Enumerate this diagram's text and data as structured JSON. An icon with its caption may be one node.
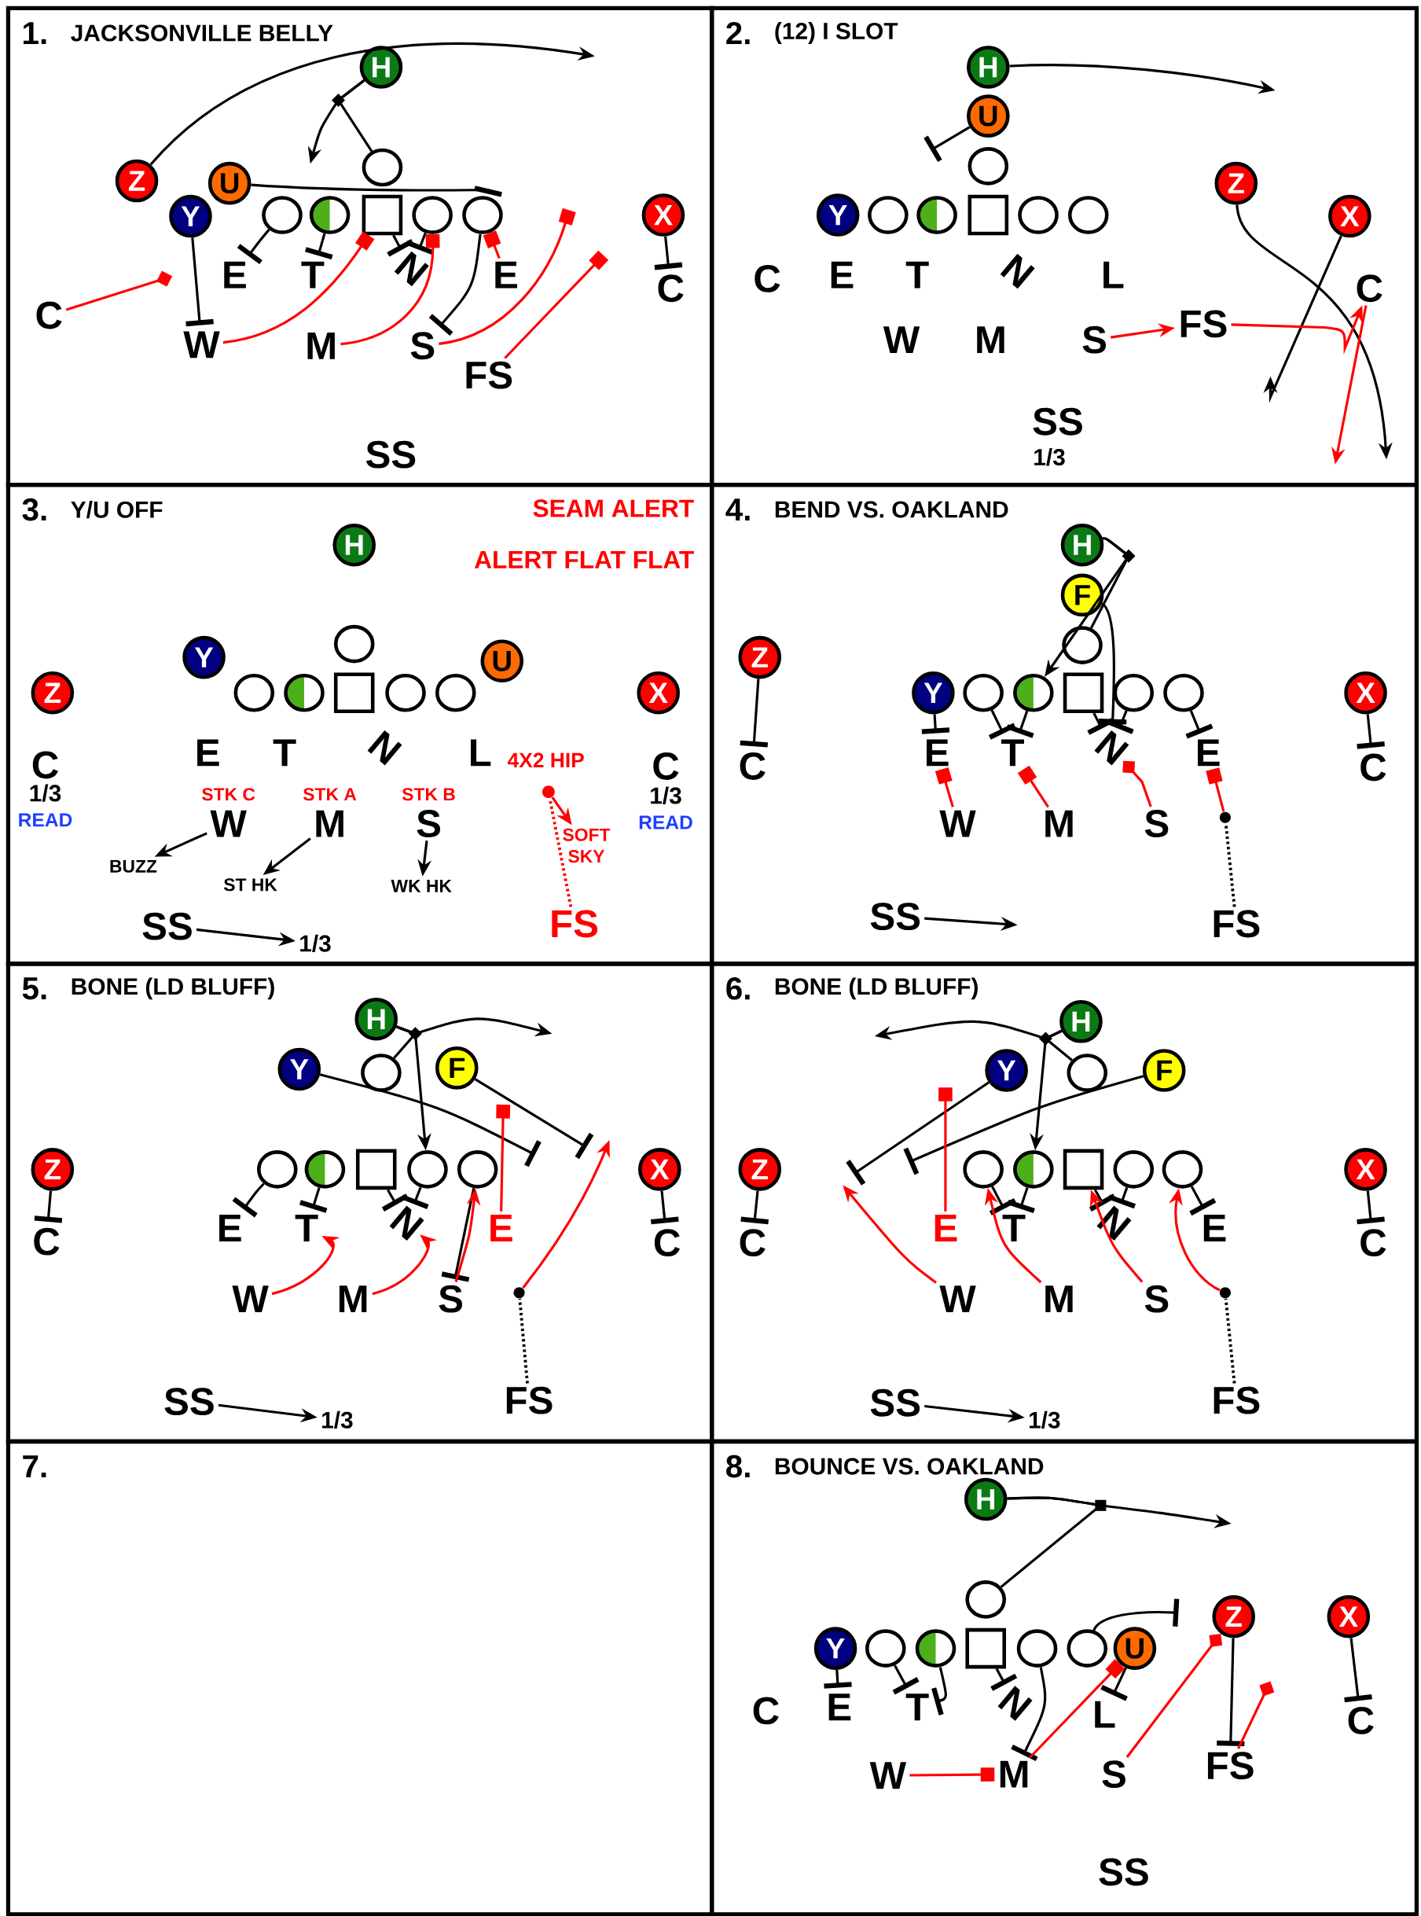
{
  "diagram": {
    "nodes": [
      {
        "text": [
          "1.",
          "JACKSONVILLE BELLY"
        ]
      },
      {
        "text": [
          "H"
        ],
        "in": 0
      },
      {
        "text": [
          "Z"
        ],
        "in": 0
      },
      {
        "text": [
          "U"
        ],
        "in": 0
      },
      {
        "text": [],
        "shape": "circle",
        "in": 0
      },
      {
        "text": [
          "Y"
        ],
        "in": 0
      },
      {
        "text": [],
        "shape": "circle",
        "in": 0
      },
      {
        "text": [],
        "shape": "circle",
        "in": 0
      },
      {
        "text": [],
        "shape": "box",
        "in": 0
      },
      {
        "text": [],
        "shape": "circle",
        "in": 0
      },
      {
        "text": [],
        "shape": "circle",
        "in": 0
      },
      {
        "text": [
          "X"
        ],
        "in": 0
      },
      {
        "text": [
          "E"
        ],
        "in": 0
      },
      {
        "text": [
          "T"
        ],
        "in": 0
      },
      {
        "text": [
          "N"
        ],
        "in": 0
      },
      {
        "text": [
          "E"
        ],
        "in": 0
      },
      {
        "text": [
          "C"
        ],
        "in": 0
      },
      {
        "text": [
          "C"
        ],
        "in": 0
      },
      {
        "text": [
          "W"
        ],
        "in": 0
      },
      {
        "text": [
          "M"
        ],
        "in": 0
      },
      {
        "text": [
          "S"
        ],
        "in": 0
      },
      {
        "text": [
          "FS"
        ],
        "in": 0
      },
      {
        "text": [
          "2.",
          "(12) I SLOT"
        ]
      },
      {
        "text": [
          "H"
        ],
        "in": 22
      },
      {
        "text": [
          "U"
        ],
        "in": 22
      },
      {
        "text": [],
        "shape": "circle",
        "in": 22
      },
      {
        "text": [
          "Z"
        ],
        "in": 22
      },
      {
        "text": [
          "Y"
        ],
        "in": 22
      },
      {
        "text": [],
        "shape": "circle",
        "in": 22
      },
      {
        "text": [],
        "shape": "circle",
        "in": 22
      },
      {
        "text": [],
        "shape": "box",
        "in": 22
      },
      {
        "text": [],
        "shape": "circle",
        "in": 22
      },
      {
        "text": [],
        "shape": "circle",
        "in": 22
      },
      {
        "text": [
          "X"
        ],
        "in": 22
      },
      {
        "text": [
          "C"
        ],
        "in": 22
      },
      {
        "text": [
          "FS"
        ],
        "in": 22
      },
      {
        "text": [
          "S"
        ],
        "in": 22
      },
      {
        "text": [
          "3.",
          "Y/U OFF"
        ]
      },
      {
        "text": [
          "H"
        ],
        "in": 37
      },
      {
        "text": [],
        "shape": "circle",
        "in": 37
      },
      {
        "text": [
          "Y"
        ],
        "in": 37
      },
      {
        "text": [
          "U"
        ],
        "in": 37
      },
      {
        "text": [
          "Z"
        ],
        "in": 37
      },
      {
        "text": [],
        "shape": "circle",
        "in": 37
      },
      {
        "text": [],
        "shape": "circle",
        "in": 37
      },
      {
        "text": [],
        "shape": "box",
        "in": 37
      },
      {
        "text": [],
        "shape": "circle",
        "in": 37
      },
      {
        "text": [],
        "shape": "circle",
        "in": 37
      },
      {
        "text": [
          "X"
        ],
        "in": 37
      },
      {
        "text": [],
        "shape": "circle",
        "in": 37
      },
      {
        "text": [
          "W"
        ],
        "in": 37,
        "beside": [
          "STK C"
        ]
      },
      {
        "text": [
          "M"
        ],
        "in": 37,
        "beside": [
          "STK A"
        ]
      },
      {
        "text": [
          "S"
        ],
        "in": 37,
        "beside": [
          "STK B"
        ]
      },
      {
        "text": [
          "SOFT SKY"
        ],
        "in": 37
      },
      {
        "text": [
          "BUZZ"
        ],
        "in": 37
      },
      {
        "text": [
          "ST HK"
        ],
        "in": 37
      },
      {
        "text": [
          "WK HK"
        ],
        "in": 37
      },
      {
        "text": [
          "FS"
        ],
        "in": 37
      },
      {
        "text": [
          "SS"
        ],
        "in": 37
      },
      {
        "text": [
          "1/3"
        ],
        "in": 37
      },
      {
        "text": [
          "4.",
          "BEND VS. OAKLAND"
        ]
      },
      {
        "text": [
          "H"
        ],
        "in": 60
      },
      {
        "text": [
          "F"
        ],
        "in": 60
      },
      {
        "text": [],
        "shape": "circle",
        "in": 60
      },
      {
        "text": [
          "Z"
        ],
        "in": 60
      },
      {
        "text": [
          "Y"
        ],
        "in": 60
      },
      {
        "text": [],
        "shape": "circle",
        "in": 60
      },
      {
        "text": [],
        "shape": "circle",
        "in": 60
      },
      {
        "text": [],
        "shape": "box",
        "in": 60
      },
      {
        "text": [],
        "shape": "circle",
        "in": 60
      },
      {
        "text": [],
        "shape": "circle",
        "in": 60
      },
      {
        "text": [
          "X"
        ],
        "in": 60
      },
      {
        "text": [
          "N"
        ],
        "in": 60
      },
      {
        "text": [
          "E"
        ],
        "in": 60
      },
      {
        "text": [
          "T"
        ],
        "in": 60
      },
      {
        "text": [
          "E"
        ],
        "in": 60
      },
      {
        "text": [
          "C"
        ],
        "in": 60
      },
      {
        "text": [
          "C"
        ],
        "in": 60
      },
      {
        "text": [],
        "shape": "circle",
        "in": 60
      },
      {
        "text": [
          "W"
        ],
        "in": 60
      },
      {
        "text": [
          "M"
        ],
        "in": 60
      },
      {
        "text": [
          "S"
        ],
        "in": 60
      },
      {
        "text": [
          "FS"
        ],
        "in": 60
      },
      {
        "text": [
          "SS"
        ],
        "in": 60
      },
      {
        "text": [
          "5.",
          "BONE (LD BLUFF)"
        ]
      },
      {
        "text": [
          "H"
        ],
        "in": 84
      },
      {
        "text": [
          "F"
        ],
        "in": 84
      },
      {
        "text": [
          "Y"
        ],
        "in": 84
      },
      {
        "text": [],
        "shape": "circle",
        "in": 84
      },
      {
        "text": [
          "Z"
        ],
        "in": 84
      },
      {
        "text": [],
        "shape": "circle",
        "in": 84
      },
      {
        "text": [],
        "shape": "circle",
        "in": 84
      },
      {
        "text": [],
        "shape": "box",
        "in": 84
      },
      {
        "text": [],
        "shape": "circle",
        "in": 84
      },
      {
        "text": [],
        "shape": "circle",
        "in": 84
      },
      {
        "text": [
          "X"
        ],
        "in": 84
      },
      {
        "text": [
          "N"
        ],
        "in": 84
      },
      {
        "text": [
          "E"
        ],
        "in": 84
      },
      {
        "text": [
          "T"
        ],
        "in": 84
      },
      {
        "text": [
          "E"
        ],
        "in": 84
      },
      {
        "text": [
          "C"
        ],
        "in": 84
      },
      {
        "text": [
          "C"
        ],
        "in": 84
      },
      {
        "text": [],
        "shape": "circle",
        "in": 84
      },
      {
        "text": [
          "W"
        ],
        "in": 84
      },
      {
        "text": [
          "M"
        ],
        "in": 84
      },
      {
        "text": [
          "S"
        ],
        "in": 84
      },
      {
        "text": [
          "FS"
        ],
        "in": 84
      },
      {
        "text": [
          "SS"
        ],
        "in": 84
      },
      {
        "text": [
          "1/3"
        ],
        "in": 84
      },
      {
        "text": [
          "6.",
          "BONE (LD BLUFF)"
        ]
      },
      {
        "text": [
          "H"
        ],
        "in": 109
      },
      {
        "text": [
          "Y"
        ],
        "in": 109
      },
      {
        "text": [
          "F"
        ],
        "in": 109
      },
      {
        "text": [],
        "shape": "circle",
        "in": 109
      },
      {
        "text": [
          "Z"
        ],
        "in": 109
      },
      {
        "text": [],
        "shape": "circle",
        "in": 109
      },
      {
        "text": [],
        "shape": "circle",
        "in": 109
      },
      {
        "text": [],
        "shape": "box",
        "in": 109
      },
      {
        "text": [],
        "shape": "circle",
        "in": 109
      },
      {
        "text": [],
        "shape": "circle",
        "in": 109
      },
      {
        "text": [
          "X"
        ],
        "in": 109
      },
      {
        "text": [
          "N"
        ],
        "in": 109
      },
      {
        "text": [
          "E"
        ],
        "in": 109
      },
      {
        "text": [
          "T"
        ],
        "in": 109
      },
      {
        "text": [
          "E"
        ],
        "in": 109
      },
      {
        "text": [
          "C"
        ],
        "in": 109
      },
      {
        "text": [
          "C"
        ],
        "in": 109
      },
      {
        "text": [],
        "shape": "circle",
        "in": 109
      },
      {
        "text": [
          "W"
        ],
        "in": 109
      },
      {
        "text": [
          "M"
        ],
        "in": 109
      },
      {
        "text": [
          "S"
        ],
        "in": 109
      },
      {
        "text": [
          "FS"
        ],
        "in": 109
      },
      {
        "text": [
          "SS"
        ],
        "in": 109
      },
      {
        "text": [
          "1/3"
        ],
        "in": 109
      },
      {
        "text": [
          "7."
        ]
      },
      {
        "text": [
          "8.",
          "BOUNCE VS. OAKLAND"
        ]
      },
      {
        "text": [
          "H"
        ],
        "in": 135
      },
      {
        "text": [],
        "shape": "circle",
        "in": 135
      },
      {
        "text": [
          "Z"
        ],
        "in": 135
      },
      {
        "text": [
          "X"
        ],
        "in": 135
      },
      {
        "text": [
          "Y"
        ],
        "in": 135
      },
      {
        "text": [],
        "shape": "circle",
        "in": 135
      },
      {
        "text": [],
        "shape": "circle",
        "in": 135
      },
      {
        "text": [],
        "shape": "box",
        "in": 135
      },
      {
        "text": [],
        "shape": "circle",
        "in": 135
      },
      {
        "text": [],
        "shape": "circle",
        "in": 135
      },
      {
        "text": [
          "U"
        ],
        "in": 135
      },
      {
        "text": [
          "N"
        ],
        "in": 135
      },
      {
        "text": [
          "E"
        ],
        "in": 135
      },
      {
        "text": [
          "T"
        ],
        "in": 135
      },
      {
        "text": [
          "L"
        ],
        "in": 135
      },
      {
        "text": [
          "C"
        ],
        "in": 135
      },
      {
        "text": [
          "FS"
        ],
        "in": 135
      },
      {
        "text": [
          "M"
        ],
        "in": 135
      },
      {
        "text": [
          "S"
        ],
        "in": 135
      },
      {
        "text": [
          "W"
        ],
        "in": 135
      }
    ],
    "edges": [
      {
        "from": 2,
        "to": null,
        "arrow": "to"
      },
      {
        "from": 1,
        "to": 4,
        "arrow": "none"
      },
      {
        "from": 1,
        "to": null,
        "arrow": "to"
      },
      {
        "from": 3,
        "to": 10,
        "arrow": "other"
      },
      {
        "from": 5,
        "to": 18,
        "arrow": "other"
      },
      {
        "from": 6,
        "to": 12,
        "arrow": "other"
      },
      {
        "from": 7,
        "to": 13,
        "arrow": "other"
      },
      {
        "from": 8,
        "to": 14,
        "arrow": "other"
      },
      {
        "from": 9,
        "to": 14,
        "arrow": "other"
      },
      {
        "from": 10,
        "to": 20,
        "arrow": "other"
      },
      {
        "from": 17,
        "to": null,
        "arrow": "other",
        "color": "#ff0000"
      },
      {
        "from": 18,
        "to": 8,
        "arrow": "other",
        "color": "#ff0000"
      },
      {
        "from": 19,
        "to": 9,
        "arrow": "other",
        "color": "#ff0000"
      },
      {
        "from": 20,
        "to": null,
        "arrow": "other",
        "color": "#ff0000"
      },
      {
        "from": 21,
        "to": null,
        "arrow": "other",
        "color": "#ff0000"
      },
      {
        "from": 15,
        "to": 10,
        "arrow": "other",
        "color": "#ff0000"
      },
      {
        "from": 11,
        "to": 16,
        "arrow": "other"
      },
      {
        "from": 23,
        "to": null,
        "arrow": "to"
      },
      {
        "from": 24,
        "to": null,
        "arrow": "other"
      },
      {
        "from": 26,
        "to": null,
        "arrow": "to"
      },
      {
        "from": 33,
        "to": null,
        "arrow": "to"
      },
      {
        "from": 36,
        "to": 35,
        "arrow": "to",
        "color": "#ff0000"
      },
      {
        "from": 35,
        "to": 34,
        "arrow": "to",
        "color": "#ff0000"
      },
      {
        "from": 34,
        "to": null,
        "arrow": "to",
        "color": "#ff0000"
      },
      {
        "from": 50,
        "to": 54,
        "arrow": "to"
      },
      {
        "from": 51,
        "to": 55,
        "arrow": "to"
      },
      {
        "from": 52,
        "to": 56,
        "arrow": "to"
      },
      {
        "from": 57,
        "to": 49,
        "arrow": "none",
        "style": "dashed",
        "color": "#ff0000"
      },
      {
        "from": 49,
        "to": 53,
        "arrow": "to",
        "color": "#ff0000"
      },
      {
        "from": 58,
        "to": 59,
        "arrow": "to"
      },
      {
        "from": 61,
        "to": 67,
        "arrow": "to"
      },
      {
        "from": 61,
        "to": 63,
        "arrow": "none"
      },
      {
        "from": 62,
        "to": 72,
        "arrow": "other"
      },
      {
        "from": 64,
        "to": 76,
        "arrow": "other"
      },
      {
        "from": 71,
        "to": 77,
        "arrow": "other"
      },
      {
        "from": 65,
        "to": 73,
        "arrow": "other"
      },
      {
        "from": 66,
        "to": 74,
        "arrow": "other"
      },
      {
        "from": 67,
        "to": 74,
        "arrow": "other"
      },
      {
        "from": 68,
        "to": 72,
        "arrow": "other"
      },
      {
        "from": 69,
        "to": 72,
        "arrow": "other"
      },
      {
        "from": 70,
        "to": 75,
        "arrow": "other"
      },
      {
        "from": 79,
        "to": 73,
        "arrow": "other",
        "color": "#ff0000"
      },
      {
        "from": 80,
        "to": 74,
        "arrow": "other",
        "color": "#ff0000"
      },
      {
        "from": 81,
        "to": 72,
        "arrow": "other",
        "color": "#ff0000"
      },
      {
        "from": 82,
        "to": 78,
        "arrow": "none",
        "style": "dashed"
      },
      {
        "from": 78,
        "to": 75,
        "arrow": "other",
        "color": "#ff0000"
      },
      {
        "from": 83,
        "to": null,
        "arrow": "to"
      },
      {
        "from": 85,
        "to": null,
        "arrow": "to"
      },
      {
        "from": 85,
        "to": 93,
        "arrow": "to"
      },
      {
        "from": 85,
        "to": 88,
        "arrow": "none"
      },
      {
        "from": 87,
        "to": null,
        "arrow": "other"
      },
      {
        "from": 86,
        "to": null,
        "arrow": "other"
      },
      {
        "from": 89,
        "to": 100,
        "arrow": "other"
      },
      {
        "from": 95,
        "to": 101,
        "arrow": "other"
      },
      {
        "from": 90,
        "to": 97,
        "arrow": "other"
      },
      {
        "from": 91,
        "to": 98,
        "arrow": "other"
      },
      {
        "from": 92,
        "to": 96,
        "arrow": "other"
      },
      {
        "from": 93,
        "to": 96,
        "arrow": "other"
      },
      {
        "from": 94,
        "to": 105,
        "arrow": "other"
      },
      {
        "from": 103,
        "to": 98,
        "arrow": "to",
        "color": "#ff0000"
      },
      {
        "from": 104,
        "to": 96,
        "arrow": "to",
        "color": "#ff0000"
      },
      {
        "from": 105,
        "to": 94,
        "arrow": "to",
        "color": "#ff0000"
      },
      {
        "from": 99,
        "to": null,
        "arrow": "other",
        "color": "#ff0000"
      },
      {
        "from": 102,
        "to": null,
        "arrow": "to",
        "color": "#ff0000"
      },
      {
        "from": 106,
        "to": 102,
        "arrow": "none",
        "style": "dashed"
      },
      {
        "from": 107,
        "to": 108,
        "arrow": "to"
      },
      {
        "from": 110,
        "to": null,
        "arrow": "to"
      },
      {
        "from": 110,
        "to": 116,
        "arrow": "to"
      },
      {
        "from": 110,
        "to": 113,
        "arrow": "none"
      },
      {
        "from": 111,
        "to": null,
        "arrow": "other"
      },
      {
        "from": 112,
        "to": null,
        "arrow": "other"
      },
      {
        "from": 114,
        "to": 125,
        "arrow": "other"
      },
      {
        "from": 120,
        "to": 126,
        "arrow": "other"
      },
      {
        "from": 115,
        "to": 123,
        "arrow": "other"
      },
      {
        "from": 116,
        "to": 123,
        "arrow": "other"
      },
      {
        "from": 117,
        "to": 121,
        "arrow": "other"
      },
      {
        "from": 118,
        "to": 121,
        "arrow": "other"
      },
      {
        "from": 119,
        "to": 124,
        "arrow": "other"
      },
      {
        "from": 122,
        "to": null,
        "arrow": "other",
        "color": "#ff0000"
      },
      {
        "from": 128,
        "to": null,
        "arrow": "to",
        "color": "#ff0000"
      },
      {
        "from": 129,
        "to": 115,
        "arrow": "to",
        "color": "#ff0000"
      },
      {
        "from": 130,
        "to": 117,
        "arrow": "to",
        "color": "#ff0000"
      },
      {
        "from": 127,
        "to": 119,
        "arrow": "to",
        "color": "#ff0000"
      },
      {
        "from": 131,
        "to": 127,
        "arrow": "none",
        "style": "dashed"
      },
      {
        "from": 132,
        "to": 133,
        "arrow": "to"
      },
      {
        "from": 136,
        "to": null,
        "arrow": "to"
      },
      {
        "from": 136,
        "to": 137,
        "arrow": "none"
      },
      {
        "from": 145,
        "to": null,
        "arrow": "other"
      },
      {
        "from": 140,
        "to": 148,
        "arrow": "other"
      },
      {
        "from": 141,
        "to": 149,
        "arrow": "other"
      },
      {
        "from": 142,
        "to": 149,
        "arrow": "other"
      },
      {
        "from": 143,
        "to": 147,
        "arrow": "other"
      },
      {
        "from": 144,
        "to": 153,
        "arrow": "other"
      },
      {
        "from": 146,
        "to": 150,
        "arrow": "other"
      },
      {
        "from": 138,
        "to": 152,
        "arrow": "other"
      },
      {
        "from": 139,
        "to": 151,
        "arrow": "other"
      },
      {
        "from": 155,
        "to": 153,
        "arrow": "other",
        "color": "#ff0000"
      },
      {
        "from": 153,
        "to": 146,
        "arrow": "other",
        "color": "#ff0000"
      },
      {
        "from": 154,
        "to": 138,
        "arrow": "other",
        "color": "#ff0000"
      },
      {
        "from": 152,
        "to": null,
        "arrow": "other",
        "color": "#ff0000"
      }
    ],
    "labels": [
      "SS",
      "C",
      "E",
      "T",
      "N",
      "L",
      "W",
      "M",
      "SS",
      "1/3",
      "SEAM ALERT",
      "ALERT FLAT FLAT",
      "E",
      "T",
      "N",
      "L",
      "4X2 HIP",
      "C",
      "C",
      "1/3",
      "1/3",
      "READ",
      "READ",
      "C",
      "SS"
    ]
  }
}
